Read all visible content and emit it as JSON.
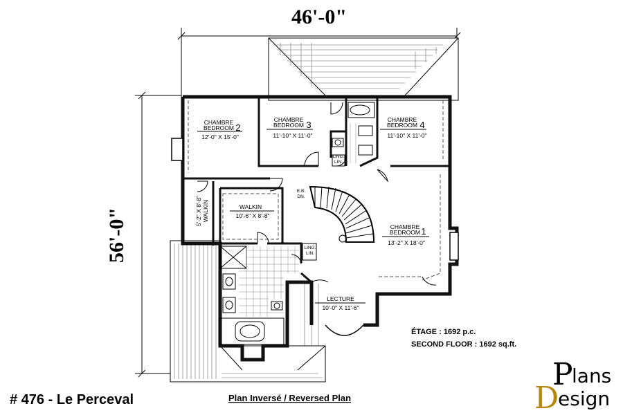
{
  "dimensions": {
    "width": "46'-0\"",
    "depth": "56'-0\""
  },
  "rooms": {
    "chambre2": {
      "fr": "CHAMBRE",
      "en": "BEDROOM",
      "num": "2",
      "size": "12'-0\" X 15'-0\""
    },
    "chambre3": {
      "fr": "CHAMBRE",
      "en": "BEDROOM",
      "num": "3",
      "size": "11'-10\" X 11'-0\""
    },
    "chambre4": {
      "fr": "CHAMBRE",
      "en": "BEDROOM",
      "num": "4",
      "size": "11'-10\" X 11'-0\""
    },
    "chambre1": {
      "fr": "CHAMBRE",
      "en": "BEDROOM",
      "num": "1",
      "size": "13'-2\" X 18'-0\""
    },
    "walkin_main": {
      "label": "WALKIN",
      "size": "10'-6\" X 8'-8\""
    },
    "walkin_small": {
      "label": "WALKIN",
      "size": "5'-2\" X 8'-8\""
    },
    "lecture": {
      "label": "LECTURE",
      "size": "10'-0\" X 11'-6\""
    },
    "ling1": {
      "line1": "LING.",
      "line2": "LIN."
    },
    "ling2": {
      "line1": "LING.",
      "line2": "LIN."
    },
    "stairs": {
      "line1": "E.B.",
      "line2": "DN."
    }
  },
  "area": {
    "fr": "ÉTAGE : 1692 p.c.",
    "en": "SECOND FLOOR : 1692 sq.ft."
  },
  "footer": {
    "plan_name": "# 476 - Le Perceval",
    "plan_type": "Plan Inversé / Reversed Plan"
  },
  "logo": {
    "big_p": "P",
    "word1": "lans",
    "big_d": "D",
    "word2": "esign",
    "color": "#b8860b"
  }
}
